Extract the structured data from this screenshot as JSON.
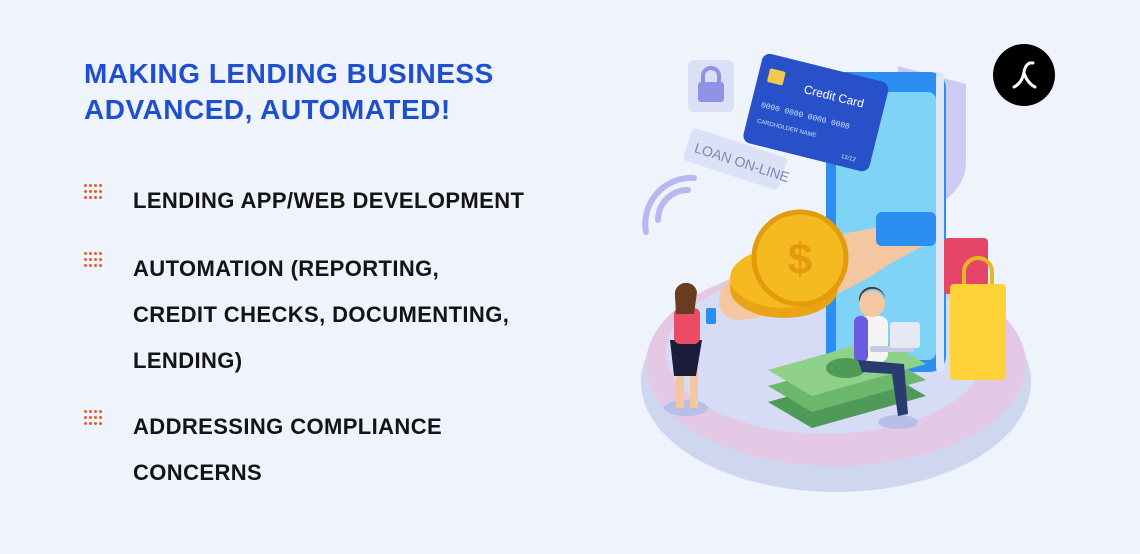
{
  "headline": {
    "line1": "MAKING LENDING BUSINESS",
    "line2": "ADVANCED, AUTOMATED!"
  },
  "bullets": [
    {
      "lines": [
        "LENDING APP/WEB DEVELOPMENT"
      ]
    },
    {
      "lines": [
        "AUTOMATION (REPORTING,",
        "CREDIT CHECKS, DOCUMENTING,",
        "LENDING)"
      ]
    },
    {
      "lines": [
        "ADDRESSING COMPLIANCE",
        "CONCERNS"
      ]
    }
  ],
  "illustration": {
    "card_title": "Credit Card",
    "card_number": "0000 0000 0000 0000",
    "card_name": "CARDHOLDER NAME",
    "card_expiry": "12/12",
    "loan_sign": "LOAN ON-LINE",
    "coin_symbol": "$"
  },
  "colors": {
    "heading": "#1f4fd1",
    "bullet_icon": "#f15a24",
    "text": "#141414",
    "background": "#eef3fc",
    "logo": "#000000"
  },
  "icons": {
    "bullet": "dot-grid-icon",
    "logo": "brand-logo-icon"
  }
}
